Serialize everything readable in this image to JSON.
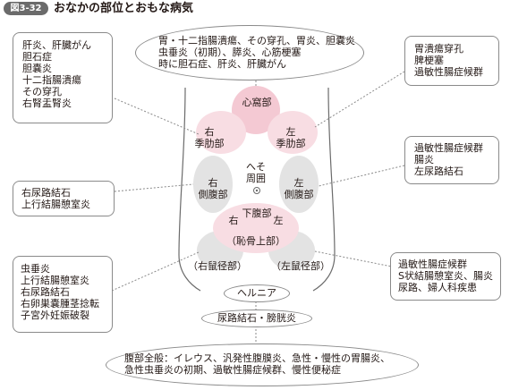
{
  "header": {
    "fig_label": "図3-32",
    "title": "おなかの部位とおもな病気"
  },
  "callouts": {
    "top_center": "胃・十二指腸潰瘍、その穿孔、胃炎、胆嚢炎\n虫垂炎（初期）、膵炎、心筋梗塞\n時に胆石症、肝炎、肝臓がん",
    "upper_left": "肝炎、肝臓がん\n胆石症\n胆嚢炎\n十二指腸潰瘍\nその穿孔\n右腎盂腎炎",
    "upper_right": "胃潰瘍穿孔\n脾梗塞\n過敏性腸症候群",
    "mid_right": "過敏性腸症候群\n腸炎\n左尿路結石",
    "mid_left": "右尿路結石\n上行結腸憩室炎",
    "lower_left": "虫垂炎\n上行結腸憩室炎\n右尿路結石\n右卵巣嚢腫茎捻転\n子宮外妊娠破裂",
    "lower_right": "過敏性腸症候群\nS状結腸憩室炎、腸炎\n尿路、婦人科疾患",
    "hernia": "ヘルニア",
    "urinary": "尿路結石・膀胱炎",
    "bottom": "腹部全般：イレウス、汎発性腹膜炎、急性・慢性の胃腸炎、\n急性虫垂炎の初期、過敏性腸症候群、慢性便秘症"
  },
  "regions": {
    "epigastric": "心窩部",
    "right_hypochondrium": "右\n季肋部",
    "left_hypochondrium": "左\n季肋部",
    "periumbilical": "へそ\n周囲",
    "right_flank": "右\n側腹部",
    "left_flank": "左\n側腹部",
    "hypogastric": "下腹部",
    "hypogastric_right": "右",
    "hypogastric_left": "左",
    "suprapubic": "（恥骨上部）",
    "right_inguinal": "（右鼠径部）",
    "left_inguinal": "（左鼠径部）"
  },
  "colors": {
    "pink": "#f4c9d3",
    "pink_light": "#f8dde3",
    "gray": "#e3e3e3",
    "line": "#8a8a8a"
  }
}
